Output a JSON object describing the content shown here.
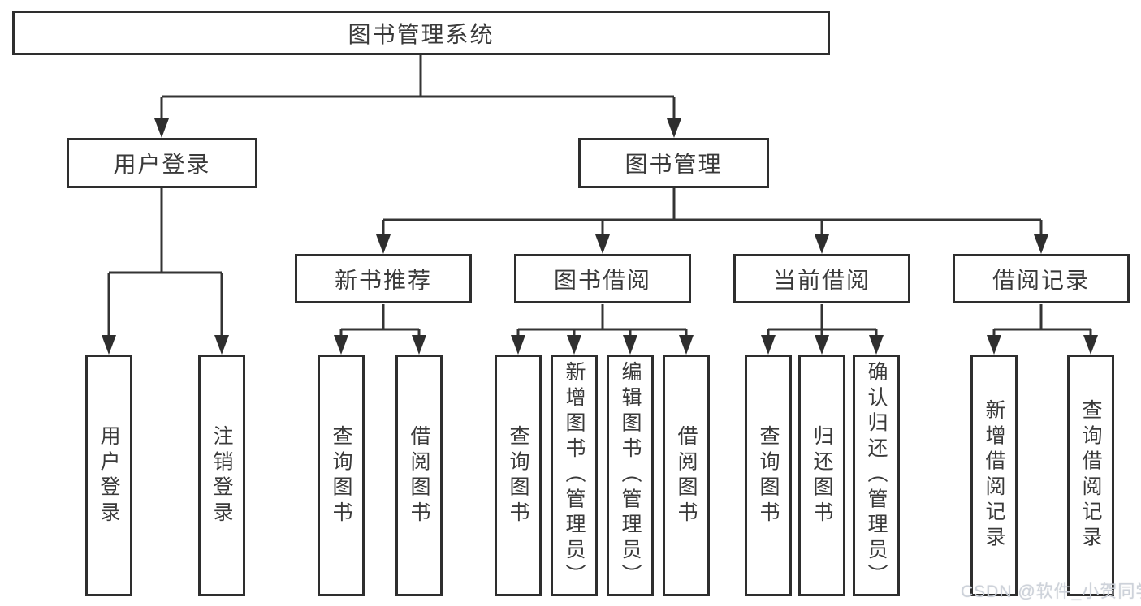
{
  "tree": {
    "root": "图书管理系统",
    "level2": {
      "user_login": "用户登录",
      "book_management": "图书管理"
    },
    "level3": {
      "new_book_recommend": "新书推荐",
      "book_borrowing": "图书借阅",
      "current_borrowing": "当前借阅",
      "borrowing_records": "借阅记录"
    },
    "leaves": {
      "user_login_group": [
        "用户登录",
        "注销登录"
      ],
      "new_book_group": [
        "查询图书",
        "借阅图书"
      ],
      "borrowing_group": [
        "查询图书",
        "新增图书（管理员）",
        "编辑图书（管理员）",
        "借阅图书"
      ],
      "current_group": [
        "查询图书",
        "归还图书",
        "确认归还（管理员）"
      ],
      "records_group": [
        "新增借阅记录",
        "查询借阅记录"
      ]
    }
  },
  "watermark": {
    "text": "CSDN @软件_小贺同学"
  },
  "colors": {
    "background": "#ffffff",
    "box_border": "#2e2e2e",
    "connector_line": "#343434",
    "text": "#3a3a3a",
    "watermark": "#cdd2da"
  }
}
